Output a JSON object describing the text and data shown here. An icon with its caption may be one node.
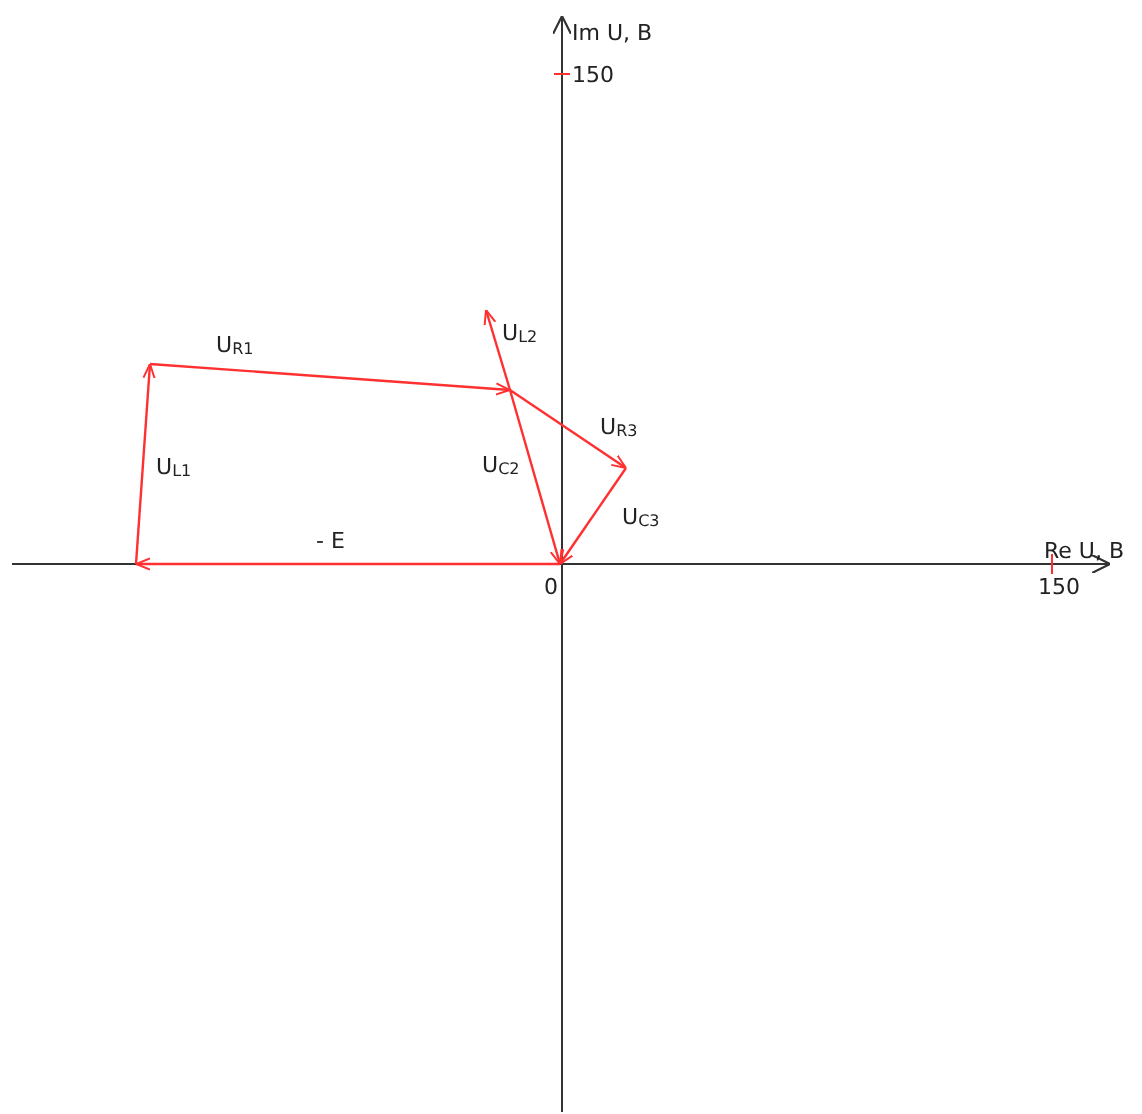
{
  "diagram": {
    "labels": [
      "Im U, B",
      "150",
      "U$_{L2}$",
      "U$_{R1}$",
      "U$_{R3}$",
      "U$_{L1}$",
      "U$_{C2}$",
      "U$_{C3}$",
      "- E",
      "Re U, B",
      "0",
      "150"
    ]
  }
}
